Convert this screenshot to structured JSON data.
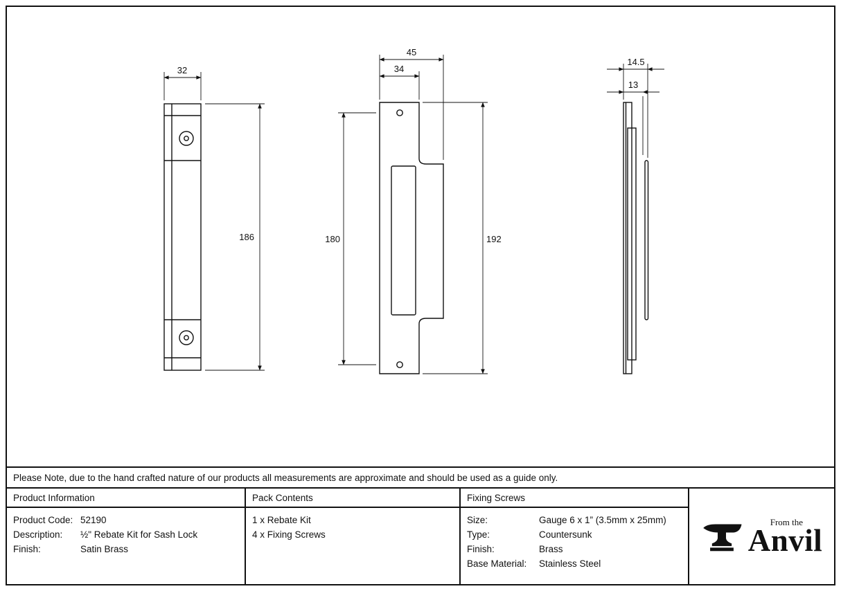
{
  "note": "Please Note, due to the hand crafted nature of our products all measurements are approximate and should be used as a guide only.",
  "drawing": {
    "front_view": {
      "width": "32",
      "height": "186"
    },
    "face_view": {
      "overall_width": "45",
      "plate_width": "34",
      "hole_spacing": "180",
      "overall_height": "192"
    },
    "side_view": {
      "overall_depth": "14.5",
      "plate_depth": "13"
    }
  },
  "info_table": {
    "product_information": {
      "header": "Product Information",
      "rows": [
        {
          "label": "Product Code:",
          "value": "52190"
        },
        {
          "label": "Description:",
          "value": "½\" Rebate Kit for Sash Lock"
        },
        {
          "label": "Finish:",
          "value": "Satin Brass"
        }
      ]
    },
    "pack_contents": {
      "header": "Pack Contents",
      "items": [
        "1 x Rebate Kit",
        "4 x Fixing Screws"
      ]
    },
    "fixing_screws": {
      "header": "Fixing Screws",
      "rows": [
        {
          "label": "Size:",
          "value": "Gauge 6 x 1” (3.5mm x 25mm)"
        },
        {
          "label": "Type:",
          "value": "Countersunk"
        },
        {
          "label": "Finish:",
          "value": "Brass"
        },
        {
          "label": "Base Material:",
          "value": "Stainless Steel"
        }
      ]
    },
    "brand": {
      "tagline": "From the",
      "name": "Anvil"
    }
  }
}
